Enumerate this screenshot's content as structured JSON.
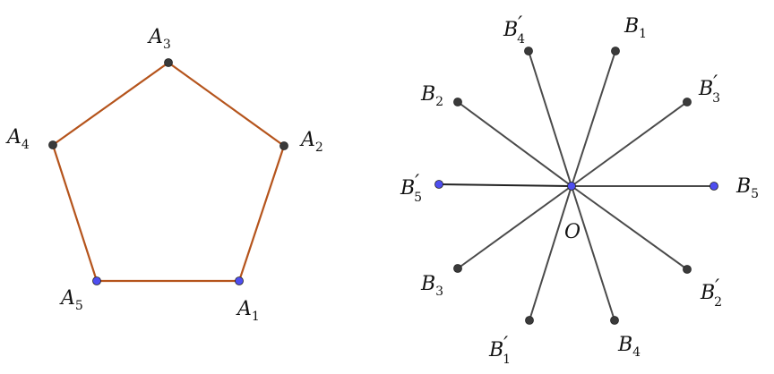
{
  "colors": {
    "polygon_edge": "#b5541c",
    "segment": "#4a4a4a",
    "free_point": "#4e4ef0",
    "dependent_point": "#3a3a3a"
  },
  "pentagon": {
    "points": [
      {
        "id": "A1",
        "letter": "A",
        "sub": "1",
        "prime": "",
        "type": "free"
      },
      {
        "id": "A2",
        "letter": "A",
        "sub": "2",
        "prime": "",
        "type": "dependent"
      },
      {
        "id": "A3",
        "letter": "A",
        "sub": "3",
        "prime": "",
        "type": "dependent"
      },
      {
        "id": "A4",
        "letter": "A",
        "sub": "4",
        "prime": "",
        "type": "dependent"
      },
      {
        "id": "A5",
        "letter": "A",
        "sub": "5",
        "prime": "",
        "type": "free"
      }
    ]
  },
  "star": {
    "center": {
      "id": "O",
      "letter": "O",
      "sub": "",
      "prime": "",
      "type": "free"
    },
    "points": [
      {
        "id": "B1",
        "letter": "B",
        "sub": "1",
        "prime": "",
        "type": "dependent"
      },
      {
        "id": "B2",
        "letter": "B",
        "sub": "2",
        "prime": "",
        "type": "dependent"
      },
      {
        "id": "B3",
        "letter": "B",
        "sub": "3",
        "prime": "",
        "type": "dependent"
      },
      {
        "id": "B4",
        "letter": "B",
        "sub": "4",
        "prime": "",
        "type": "dependent"
      },
      {
        "id": "B5",
        "letter": "B",
        "sub": "5",
        "prime": "",
        "type": "free"
      },
      {
        "id": "B1p",
        "letter": "B",
        "sub": "1",
        "prime": "′",
        "type": "dependent"
      },
      {
        "id": "B2p",
        "letter": "B",
        "sub": "2",
        "prime": "′",
        "type": "dependent"
      },
      {
        "id": "B3p",
        "letter": "B",
        "sub": "3",
        "prime": "′",
        "type": "dependent"
      },
      {
        "id": "B4p",
        "letter": "B",
        "sub": "4",
        "prime": "′",
        "type": "dependent"
      },
      {
        "id": "B5p",
        "letter": "B",
        "sub": "5",
        "prime": "′",
        "type": "free"
      }
    ]
  }
}
